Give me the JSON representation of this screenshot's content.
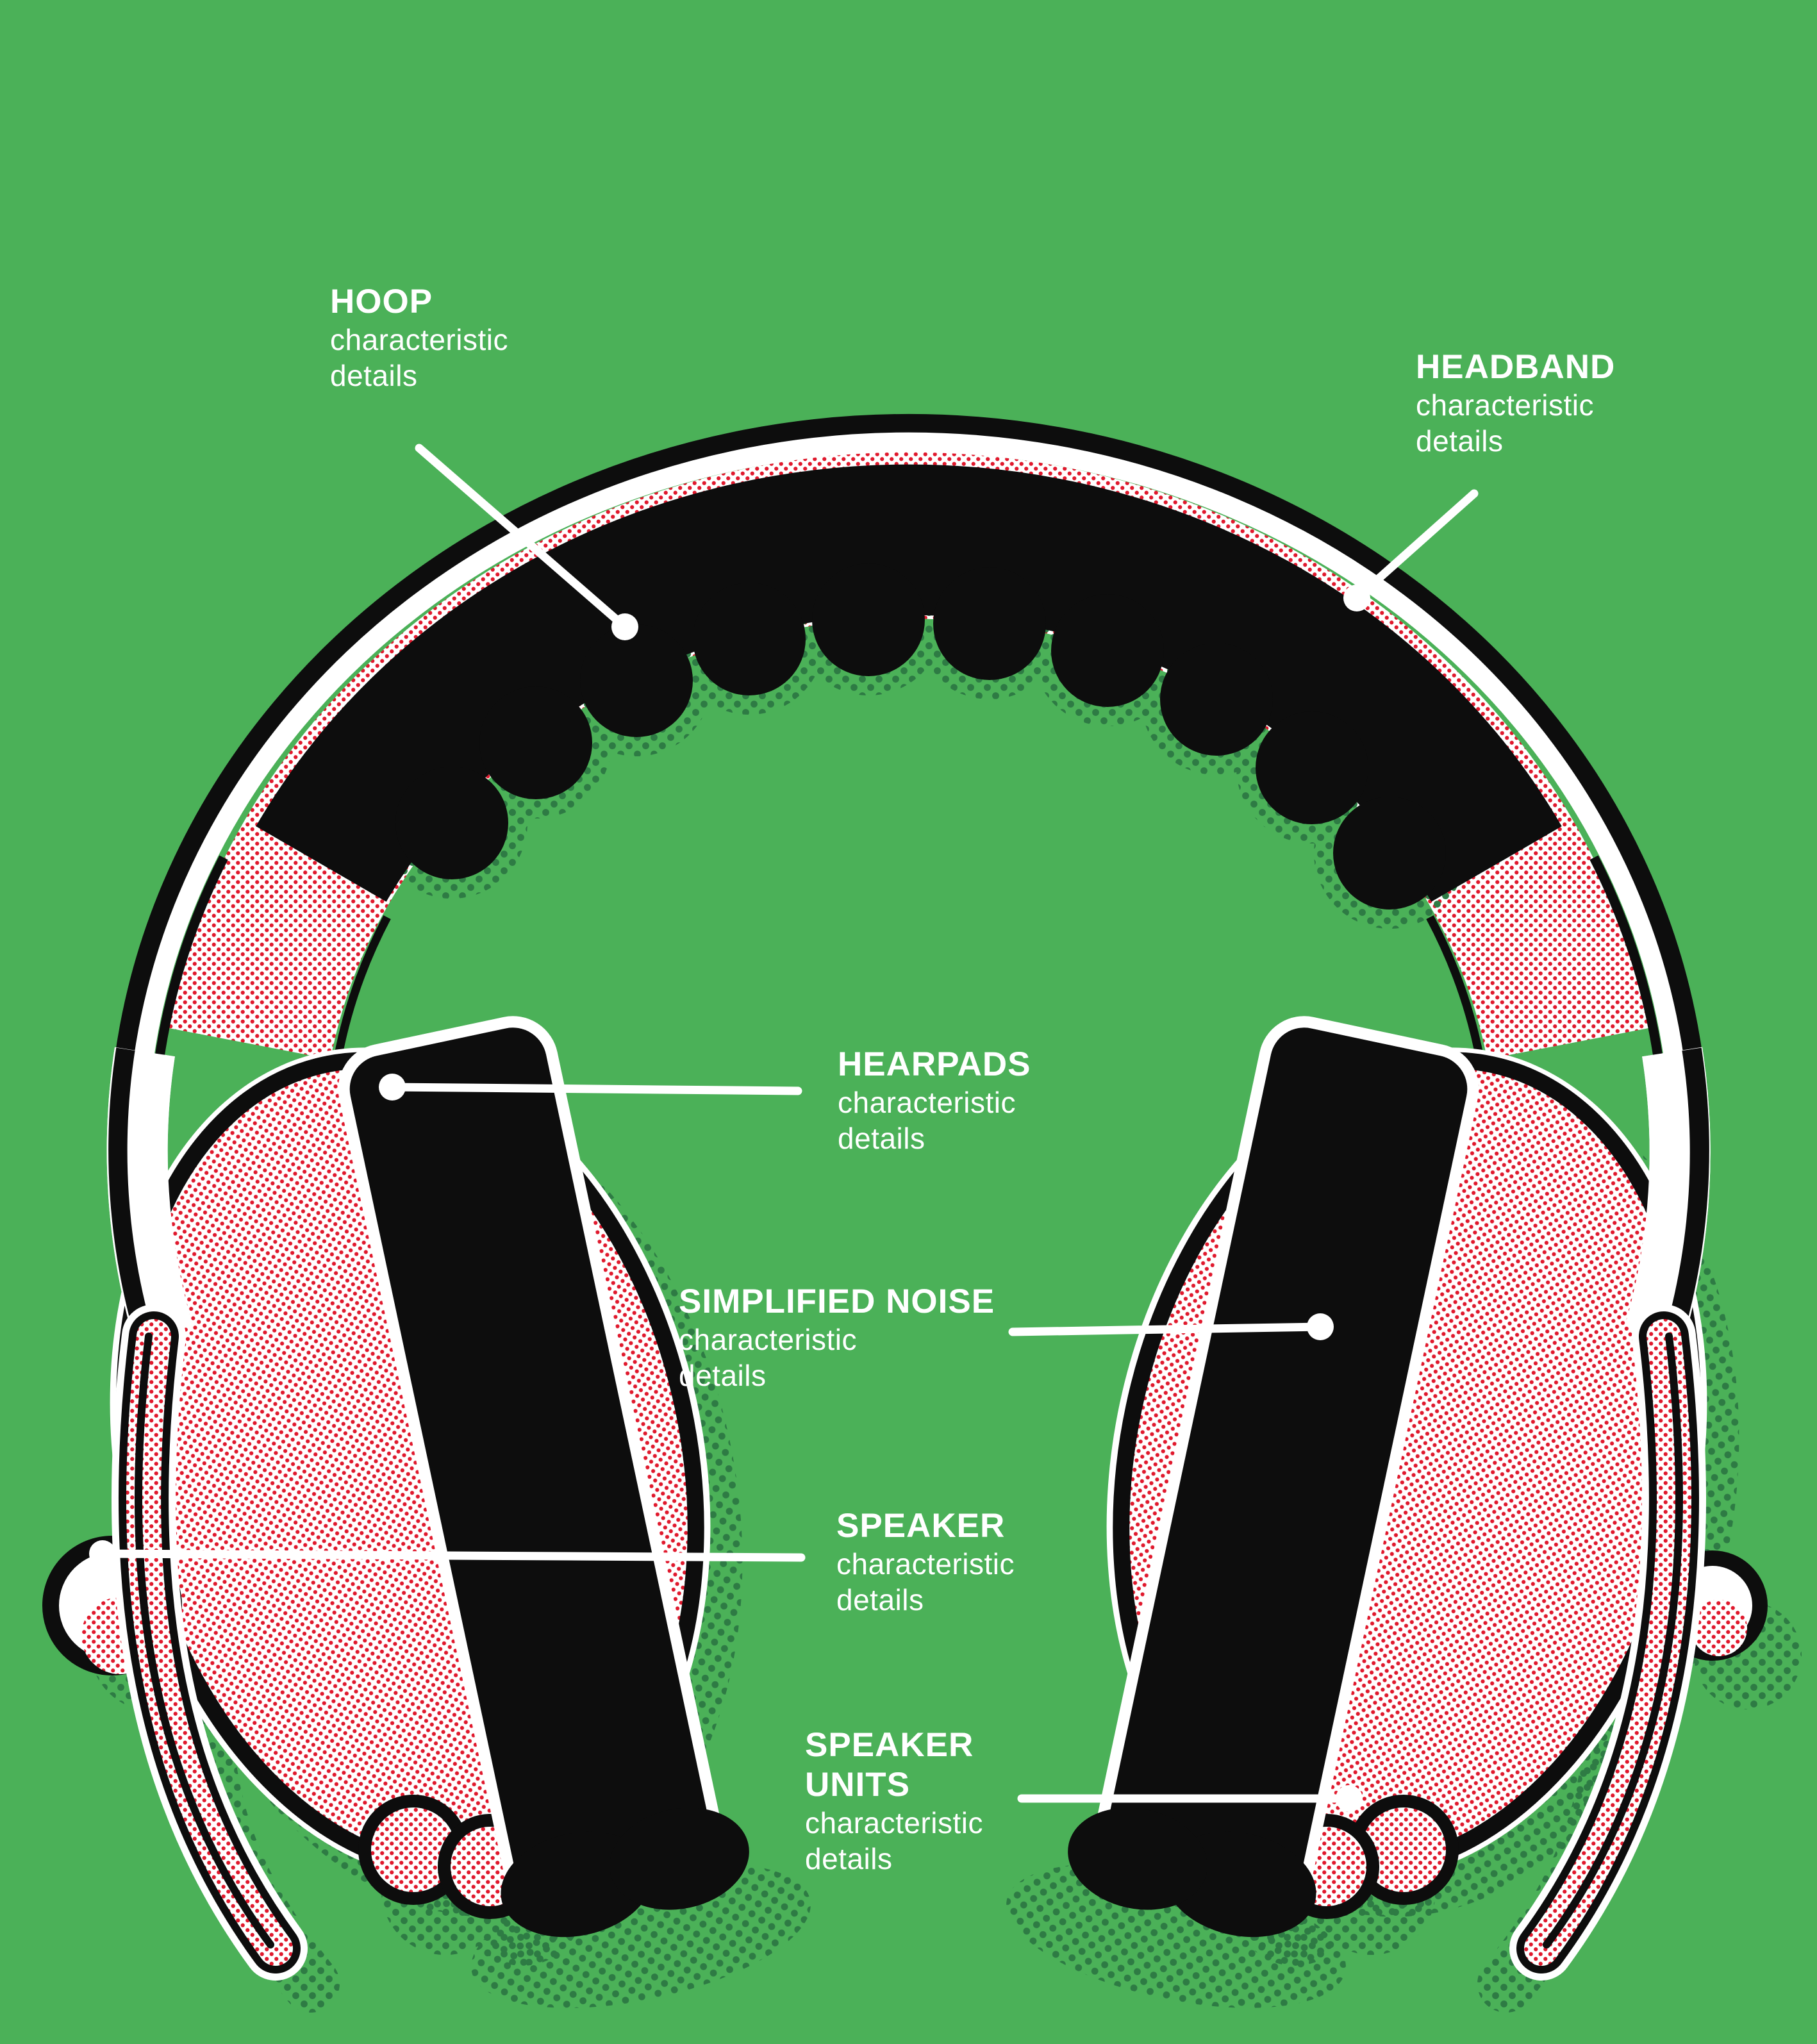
{
  "poster": {
    "background_color": "#4bb158",
    "ink_color": "#0d0d0d",
    "paper_color": "#ffffff",
    "halftone_red": "#e0192d",
    "shadow_green": "#2e7b44"
  },
  "labels": {
    "hoop": {
      "title": "HOOP",
      "sub1": "characteristic",
      "sub2": "details"
    },
    "headband": {
      "title": "HEADBAND",
      "sub1": "characteristic",
      "sub2": "details"
    },
    "hearpads": {
      "title": "HEARPADS",
      "sub1": "characteristic",
      "sub2": "details"
    },
    "simplified_noise": {
      "title": "SIMPLIFIED NOISE",
      "sub1": "characteristic",
      "sub2": "details"
    },
    "speaker": {
      "title": "SPEAKER",
      "sub1": "characteristic",
      "sub2": "details"
    },
    "speaker_units": {
      "title1": "SPEAKER",
      "title2": "UNITS",
      "sub1": "characteristic",
      "sub2": "details"
    }
  }
}
